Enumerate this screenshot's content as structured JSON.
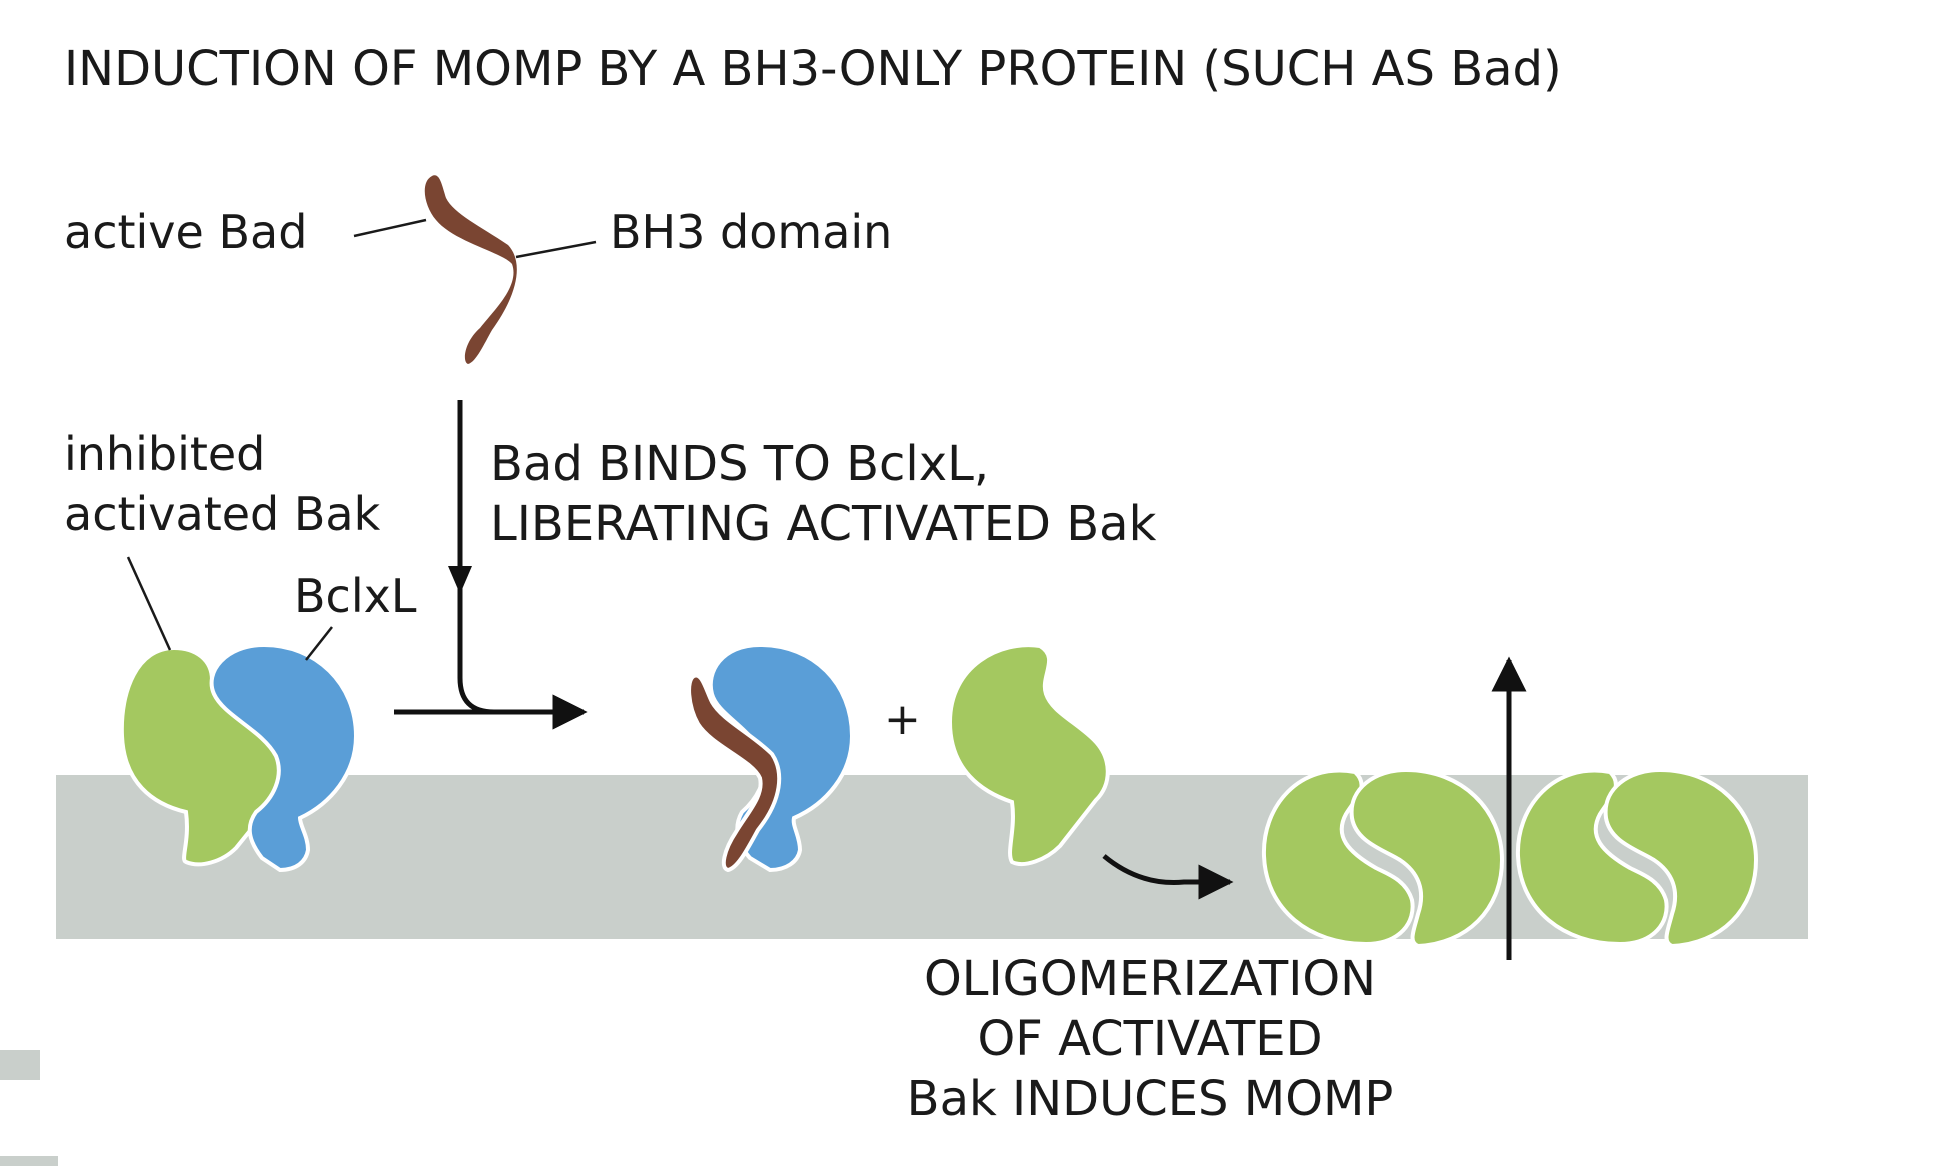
{
  "title": "INDUCTION OF MOMP BY A BH3-ONLY PROTEIN (SUCH AS Bad)",
  "labels": {
    "active_bad": "active Bad",
    "bh3_domain": "BH3 domain",
    "inhibited_line1": "inhibited",
    "inhibited_line2": "activated Bak",
    "bclxl": "BclxL",
    "step_line1": "Bad BINDS TO BclxL,",
    "step_line2": "LIBERATING ACTIVATED Bak",
    "plus": "+",
    "olig_line1": "OLIGOMERIZATION",
    "olig_line2": "OF ACTIVATED",
    "olig_line3": "Bak INDUCES MOMP"
  },
  "colors": {
    "membrane": "#c9cfcb",
    "bak_green": "#a4c860",
    "bclxl_blue": "#5a9ed7",
    "bad_brown": "#7a4532",
    "arrow": "#111111",
    "text": "#1a1a1a"
  }
}
